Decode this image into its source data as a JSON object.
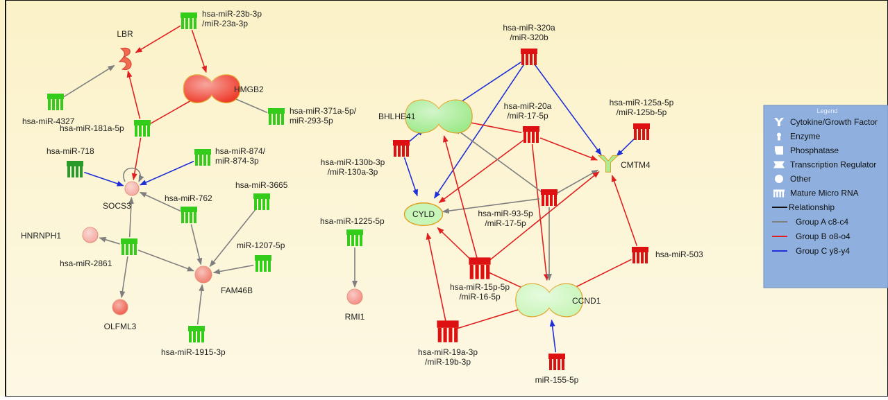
{
  "colors": {
    "background": "#fbf4d2",
    "group_a": "#7f7f7f",
    "group_b": "#e02020",
    "group_c": "#1f2fd8",
    "mirna_green": "#33cc1a",
    "mirna_dark_green": "#2a9a2a",
    "mirna_red": "#dd1111",
    "node_pink": "#f4a8a0",
    "node_red": "#ee4a3a",
    "node_green": "#b6f2a2",
    "legend_bg": "#8fb0de"
  },
  "nodes": [
    {
      "id": "LBR",
      "label": "LBR",
      "icon": "phosphatase-icon",
      "color": "#f06a50"
    },
    {
      "id": "HMGB2",
      "label": "HMGB2",
      "icon": "transcription-regulator-icon",
      "color": "#ee3a2a"
    },
    {
      "id": "SOCS3",
      "label": "SOCS3",
      "icon": "other-icon",
      "color": "#f4a8a0"
    },
    {
      "id": "HNRNPH1",
      "label": "HNRNPH1",
      "icon": "other-icon",
      "color": "#f4a8a0"
    },
    {
      "id": "OLFML3",
      "label": "OLFML3",
      "icon": "other-icon",
      "color": "#ee5a48"
    },
    {
      "id": "FAM46B",
      "label": "FAM46B",
      "icon": "other-icon",
      "color": "#f07a6a"
    },
    {
      "id": "RMI1",
      "label": "RMI1",
      "icon": "other-icon",
      "color": "#f48a80"
    },
    {
      "id": "BHLHE41",
      "label": "BHLHE41",
      "icon": "transcription-regulator-icon",
      "color": "#9de98a"
    },
    {
      "id": "CYLD",
      "label": "CYLD",
      "icon": "enzyme-icon",
      "color": "#c8f5b8"
    },
    {
      "id": "CMTM4",
      "label": "CMTM4",
      "icon": "cytokine-growth-factor-icon",
      "color": "#a8ee96"
    },
    {
      "id": "CCND1",
      "label": "CCND1",
      "icon": "transcription-regulator-icon",
      "color": "#c8f5b8"
    },
    {
      "id": "m23b",
      "label": [
        "hsa-miR-23b-3p",
        "/miR-23a-3p"
      ],
      "icon": "mature-microrna-icon",
      "color": "#33cc1a"
    },
    {
      "id": "m4327",
      "label": [
        "hsa-miR-4327"
      ],
      "icon": "mature-microrna-icon",
      "color": "#33cc1a"
    },
    {
      "id": "m181a",
      "label": [
        "hsa-miR-181a-5p"
      ],
      "icon": "mature-microrna-icon",
      "color": "#33cc1a"
    },
    {
      "id": "m371a",
      "label": [
        "hsa-miR-371a-5p/",
        "miR-293-5p"
      ],
      "icon": "mature-microrna-icon",
      "color": "#33cc1a"
    },
    {
      "id": "m718",
      "label": [
        "hsa-miR-718"
      ],
      "icon": "mature-microrna-icon",
      "color": "#2a9a2a"
    },
    {
      "id": "m874",
      "label": [
        "hsa-miR-874/",
        "miR-874-3p"
      ],
      "icon": "mature-microrna-icon",
      "color": "#33cc1a"
    },
    {
      "id": "m762",
      "label": [
        "hsa-miR-762"
      ],
      "icon": "mature-microrna-icon",
      "color": "#33cc1a"
    },
    {
      "id": "m3665",
      "label": [
        "hsa-miR-3665"
      ],
      "icon": "mature-microrna-icon",
      "color": "#33cc1a"
    },
    {
      "id": "m1207",
      "label": [
        "miR-1207-5p"
      ],
      "icon": "mature-microrna-icon",
      "color": "#33cc1a"
    },
    {
      "id": "m2861",
      "label": [
        "hsa-miR-2861"
      ],
      "icon": "mature-microrna-icon",
      "color": "#33cc1a"
    },
    {
      "id": "m1915",
      "label": [
        "hsa-miR-1915-3p"
      ],
      "icon": "mature-microrna-icon",
      "color": "#33cc1a"
    },
    {
      "id": "m1225",
      "label": [
        "hsa-miR-1225-5p"
      ],
      "icon": "mature-microrna-icon",
      "color": "#33cc1a"
    },
    {
      "id": "m320a",
      "label": [
        "hsa-miR-320a",
        "/miR-320b"
      ],
      "icon": "mature-microrna-icon",
      "color": "#dd1111"
    },
    {
      "id": "m20a",
      "label": [
        "hsa-miR-20a",
        "/miR-17-5p"
      ],
      "icon": "mature-microrna-icon",
      "color": "#dd1111"
    },
    {
      "id": "m125a",
      "label": [
        "hsa-miR-125a-5p",
        "/miR-125b-5p"
      ],
      "icon": "mature-microrna-icon",
      "color": "#dd1111"
    },
    {
      "id": "m130b",
      "label": [
        "hsa-miR-130b-3p",
        "/miR-130a-3p"
      ],
      "icon": "mature-microrna-icon",
      "color": "#dd1111"
    },
    {
      "id": "m93",
      "label": [
        "hsa-miR-93-5p",
        "/miR-17-5p"
      ],
      "icon": "mature-microrna-icon",
      "color": "#dd1111"
    },
    {
      "id": "m503",
      "label": [
        "hsa-miR-503"
      ],
      "icon": "mature-microrna-icon",
      "color": "#dd1111"
    },
    {
      "id": "m15p",
      "label": [
        "hsa-miR-15p-5p",
        "/miR-16-5p"
      ],
      "icon": "mature-microrna-icon",
      "color": "#dd1111"
    },
    {
      "id": "m19a",
      "label": [
        "hsa-miR-19a-3p",
        "/miR-19b-3p"
      ],
      "icon": "mature-microrna-icon",
      "color": "#dd1111"
    },
    {
      "id": "m155",
      "label": [
        "miR-155-5p"
      ],
      "icon": "mature-microrna-icon",
      "color": "#dd1111"
    }
  ],
  "edges": [
    {
      "from": "m23b",
      "to": "LBR",
      "group": "B"
    },
    {
      "from": "m23b",
      "to": "HMGB2",
      "group": "B"
    },
    {
      "from": "m4327",
      "to": "LBR",
      "group": "A"
    },
    {
      "from": "m181a",
      "to": "LBR",
      "group": "B"
    },
    {
      "from": "m181a",
      "to": "HMGB2",
      "group": "B"
    },
    {
      "from": "m181a",
      "to": "SOCS3",
      "group": "B"
    },
    {
      "from": "m371a",
      "to": "HMGB2",
      "group": "A"
    },
    {
      "from": "m718",
      "to": "SOCS3",
      "group": "C"
    },
    {
      "from": "m874",
      "to": "SOCS3",
      "group": "C"
    },
    {
      "from": "m762",
      "to": "SOCS3",
      "group": "A"
    },
    {
      "from": "m762",
      "to": "FAM46B",
      "group": "A"
    },
    {
      "from": "m3665",
      "to": "FAM46B",
      "group": "A"
    },
    {
      "from": "m1207",
      "to": "FAM46B",
      "group": "A"
    },
    {
      "from": "m2861",
      "to": "HNRNPH1",
      "group": "A"
    },
    {
      "from": "m2861",
      "to": "OLFML3",
      "group": "A"
    },
    {
      "from": "m2861",
      "to": "SOCS3",
      "group": "A"
    },
    {
      "from": "m2861",
      "to": "FAM46B",
      "group": "A"
    },
    {
      "from": "m1915",
      "to": "FAM46B",
      "group": "A"
    },
    {
      "from": "m1225",
      "to": "RMI1",
      "group": "A"
    },
    {
      "from": "m320a",
      "to": "BHLHE41",
      "group": "C"
    },
    {
      "from": "m320a",
      "to": "CMTM4",
      "group": "C"
    },
    {
      "from": "m320a",
      "to": "CYLD",
      "group": "C"
    },
    {
      "from": "m20a",
      "to": "BHLHE41",
      "group": "B"
    },
    {
      "from": "m20a",
      "to": "CMTM4",
      "group": "B"
    },
    {
      "from": "m20a",
      "to": "CYLD",
      "group": "B"
    },
    {
      "from": "m20a",
      "to": "CCND1",
      "group": "B"
    },
    {
      "from": "m125a",
      "to": "CMTM4",
      "group": "C"
    },
    {
      "from": "m130b",
      "to": "BHLHE41",
      "group": "C"
    },
    {
      "from": "m130b",
      "to": "CYLD",
      "group": "C"
    },
    {
      "from": "m93",
      "to": "BHLHE41",
      "group": "A"
    },
    {
      "from": "m93",
      "to": "CMTM4",
      "group": "A"
    },
    {
      "from": "m93",
      "to": "CYLD",
      "group": "A"
    },
    {
      "from": "m93",
      "to": "CCND1",
      "group": "A"
    },
    {
      "from": "m503",
      "to": "CMTM4",
      "group": "B"
    },
    {
      "from": "m503",
      "to": "CCND1",
      "group": "B"
    },
    {
      "from": "m15p",
      "to": "BHLHE41",
      "group": "B"
    },
    {
      "from": "m15p",
      "to": "CYLD",
      "group": "B"
    },
    {
      "from": "m15p",
      "to": "CCND1",
      "group": "B"
    },
    {
      "from": "m15p",
      "to": "CMTM4",
      "group": "B"
    },
    {
      "from": "m19a",
      "to": "CYLD",
      "group": "B"
    },
    {
      "from": "m19a",
      "to": "CCND1",
      "group": "B"
    },
    {
      "from": "m155",
      "to": "CCND1",
      "group": "C"
    }
  ],
  "legend": {
    "title": "Legend",
    "items": [
      {
        "label": "Cytokine/Growth Factor",
        "icon": "cytokine-growth-factor-icon"
      },
      {
        "label": "Enzyme",
        "icon": "enzyme-icon"
      },
      {
        "label": "Phosphatase",
        "icon": "phosphatase-icon"
      },
      {
        "label": "Transcription Regulator",
        "icon": "transcription-regulator-icon"
      },
      {
        "label": "Other",
        "icon": "other-icon"
      },
      {
        "label": "Mature Micro RNA",
        "icon": "mature-microrna-icon"
      }
    ],
    "relationship_label": "Relationship",
    "groups": [
      {
        "label": "Group A c8-c4",
        "color": "#7f7f7f"
      },
      {
        "label": "Group B o8-o4",
        "color": "#e02020"
      },
      {
        "label": "Group C y8-y4",
        "color": "#1f2fd8"
      }
    ]
  }
}
